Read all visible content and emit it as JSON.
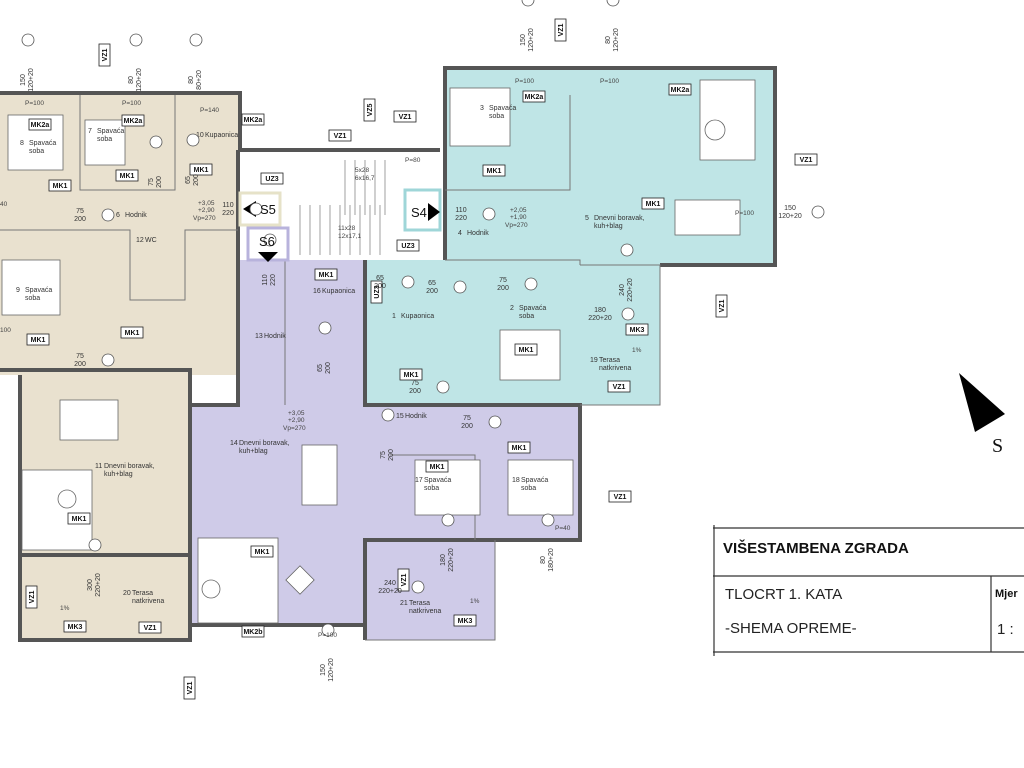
{
  "colors": {
    "unit_a": "#e9e1cf",
    "unit_b": "#bfe5e6",
    "unit_c": "#cfcbe8",
    "section_s4": "#9fd6d8",
    "section_s6": "#b8b3dc",
    "section_s5": "#e6e2c8"
  },
  "rooms": [
    {
      "number": "8",
      "name": "Spavaća",
      "subtitle": "soba"
    },
    {
      "number": "7",
      "name": "Spavaća",
      "subtitle": "soba"
    },
    {
      "number": "10",
      "name": "Kupaonica",
      "subtitle": ""
    },
    {
      "number": "6",
      "name": "Hodnik",
      "subtitle": ""
    },
    {
      "number": "12",
      "name": "WC",
      "subtitle": ""
    },
    {
      "number": "9",
      "name": "Spavaća",
      "subtitle": "soba"
    },
    {
      "number": "3",
      "name": "Spavaća",
      "subtitle": "soba"
    },
    {
      "number": "5",
      "name": "Dnevni boravak,",
      "subtitle": "kuh+blag"
    },
    {
      "number": "4",
      "name": "Hodnik",
      "subtitle": ""
    },
    {
      "number": "2",
      "name": "Spavaća",
      "subtitle": "soba"
    },
    {
      "number": "19",
      "name": "Terasa",
      "subtitle": "natkrivena"
    },
    {
      "number": "16",
      "name": "Kupaonica",
      "subtitle": ""
    },
    {
      "number": "1",
      "name": "Kupaonica",
      "subtitle": ""
    },
    {
      "number": "13",
      "name": "Hodnik",
      "subtitle": ""
    },
    {
      "number": "14",
      "name": "Dnevni boravak,",
      "subtitle": "kuh+blag"
    },
    {
      "number": "15",
      "name": "Hodnik",
      "subtitle": ""
    },
    {
      "number": "17",
      "name": "Spavaća",
      "subtitle": "soba"
    },
    {
      "number": "18",
      "name": "Spavaća",
      "subtitle": "soba"
    },
    {
      "number": "11",
      "name": "Dnevni boravak,",
      "subtitle": "kuh+blag"
    },
    {
      "number": "20",
      "name": "Terasa",
      "subtitle": "natkrivena"
    },
    {
      "number": "21",
      "name": "Terasa",
      "subtitle": "natkrivena"
    }
  ],
  "tags": [
    "MK2a",
    "MK2a",
    "MK2a",
    "VZ1",
    "VZ1",
    "VZ5",
    "VZ1",
    "UZ3",
    "MK1",
    "MK1",
    "MK1",
    "MK1",
    "MK1",
    "UZ3",
    "UZ3",
    "MK1",
    "MK1",
    "MK2a",
    "MK2a",
    "MK1",
    "MK1",
    "VZ1",
    "VZ1",
    "MK1",
    "MK3",
    "VZ1",
    "MK1",
    "MK1",
    "VZ1",
    "MK1",
    "MK1",
    "MK3",
    "VZ1",
    "MK2b",
    "MK3",
    "VZ1",
    "VZ1",
    "VZ1",
    "VZ1"
  ],
  "dims": [
    {
      "top": "150",
      "bottom": "120+20"
    },
    {
      "top": "80",
      "bottom": "120+20"
    },
    {
      "top": "80",
      "bottom": "80+20"
    },
    {
      "top": "150",
      "bottom": "120+20"
    },
    {
      "top": "80",
      "bottom": "120+20"
    },
    {
      "top": "150",
      "bottom": "120+20"
    },
    {
      "top": "110",
      "bottom": "220"
    },
    {
      "top": "110",
      "bottom": "220"
    },
    {
      "top": "110",
      "bottom": "220"
    },
    {
      "top": "75",
      "bottom": "200"
    },
    {
      "top": "75",
      "bottom": "200"
    },
    {
      "top": "75",
      "bottom": "200"
    },
    {
      "top": "65",
      "bottom": "200"
    },
    {
      "top": "65",
      "bottom": "200"
    },
    {
      "top": "75",
      "bottom": "200"
    },
    {
      "top": "240",
      "bottom": "220+20"
    },
    {
      "top": "180",
      "bottom": "220+20"
    },
    {
      "top": "75",
      "bottom": "200"
    },
    {
      "top": "300",
      "bottom": "220+20"
    },
    {
      "top": "180",
      "bottom": "220+20"
    },
    {
      "top": "240",
      "bottom": "220+20"
    },
    {
      "top": "80",
      "bottom": "180+20"
    },
    {
      "top": "150",
      "bottom": "120+20"
    },
    {
      "top": "65",
      "bottom": "200"
    },
    {
      "top": "65",
      "bottom": "200"
    },
    {
      "top": "75",
      "bottom": "200"
    },
    {
      "top": "75",
      "bottom": "200"
    }
  ],
  "notes": [
    "P=100",
    "P=100",
    "P=140",
    "P=80",
    "P=100",
    "P=100",
    "P=100",
    "P=40",
    "P=100",
    "1%",
    "1%",
    "1%",
    "5x28",
    "6x16,7",
    "11x28",
    "12x17,1",
    "40",
    "100"
  ],
  "levels": [
    {
      "a": "+3,05",
      "b": "+2,90",
      "c": "Vp=270"
    },
    {
      "a": "+2,05",
      "b": "+1,90",
      "c": "Vp=270"
    },
    {
      "a": "+3,05",
      "b": "+2,90",
      "c": "Vp=270"
    }
  ],
  "sections": [
    "S5",
    "S4",
    "S6"
  ],
  "compass_label": "S",
  "title_block": {
    "project": "VIŠESTAMBENA ZGRADA",
    "drawing": "TLOCRT 1. KATA",
    "subtitle": "-SHEMA OPREME-",
    "scale_label": "Mjer",
    "scale_value": "1 :"
  }
}
